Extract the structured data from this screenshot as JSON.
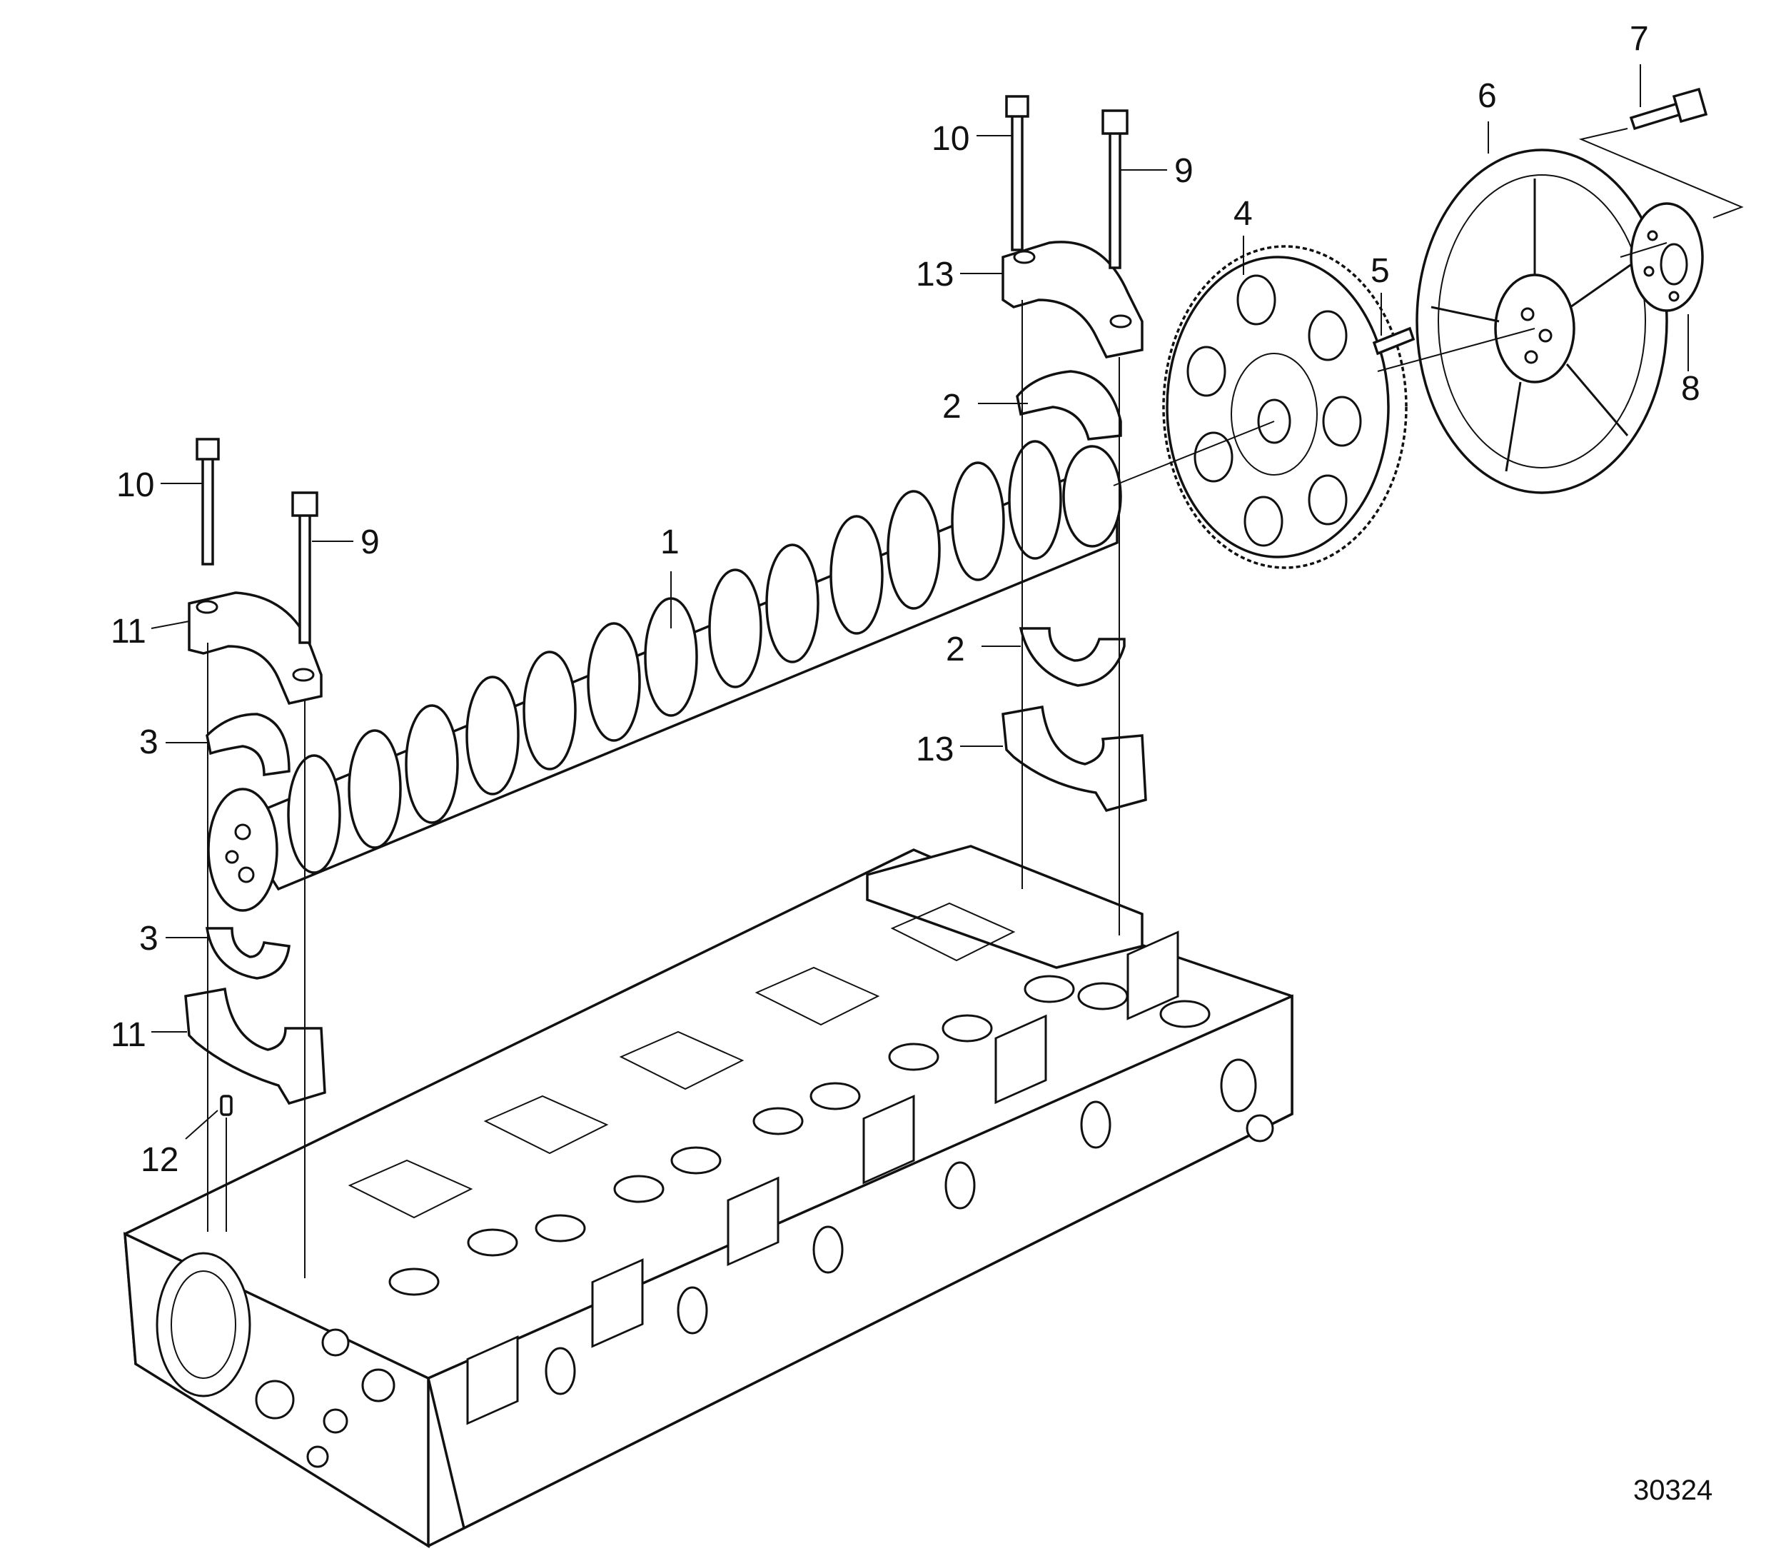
{
  "figure_id": "30324",
  "callouts": [
    {
      "key": "c1",
      "text": "1"
    },
    {
      "key": "c2a",
      "text": "2"
    },
    {
      "key": "c2b",
      "text": "2"
    },
    {
      "key": "c3a",
      "text": "3"
    },
    {
      "key": "c3b",
      "text": "3"
    },
    {
      "key": "c4",
      "text": "4"
    },
    {
      "key": "c5",
      "text": "5"
    },
    {
      "key": "c6",
      "text": "6"
    },
    {
      "key": "c7",
      "text": "7"
    },
    {
      "key": "c8",
      "text": "8"
    },
    {
      "key": "c9a",
      "text": "9"
    },
    {
      "key": "c9b",
      "text": "9"
    },
    {
      "key": "c10a",
      "text": "10"
    },
    {
      "key": "c10b",
      "text": "10"
    },
    {
      "key": "c11a",
      "text": "11"
    },
    {
      "key": "c11b",
      "text": "11"
    },
    {
      "key": "c12",
      "text": "12"
    },
    {
      "key": "c13a",
      "text": "13"
    },
    {
      "key": "c13b",
      "text": "13"
    }
  ],
  "colors": {
    "line": "#111111",
    "background": "#ffffff"
  }
}
